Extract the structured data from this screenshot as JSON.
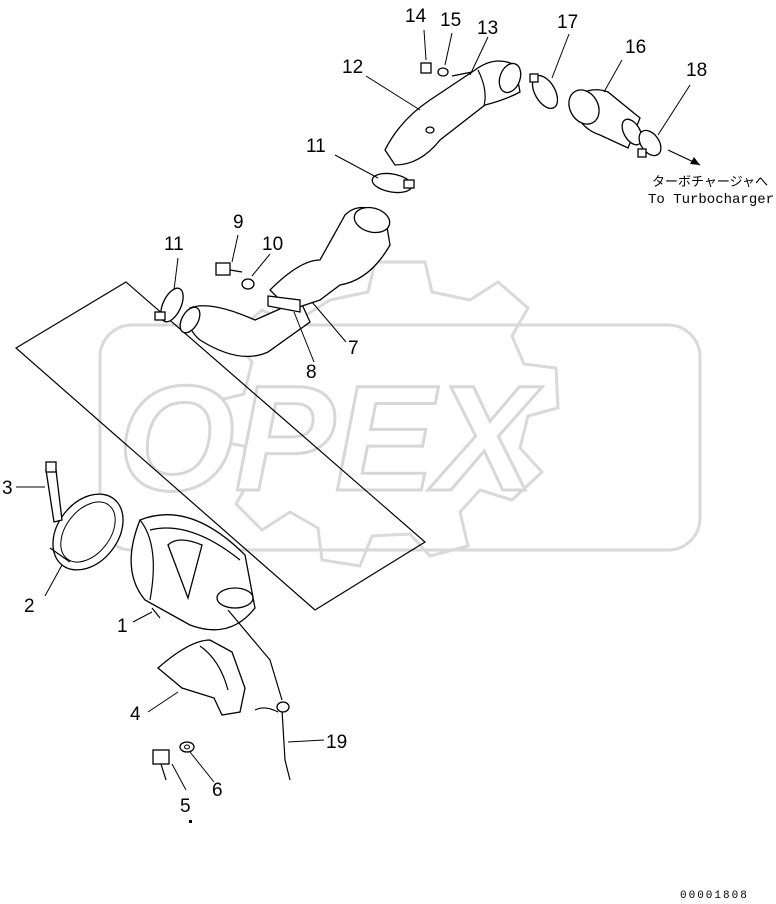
{
  "watermark": {
    "text": "OPEX"
  },
  "callouts": [
    "1",
    "2",
    "3",
    "4",
    "5",
    "6",
    "7",
    "8",
    "9",
    "10",
    "11",
    "11",
    "12",
    "13",
    "14",
    "15",
    "16",
    "17",
    "18",
    "19"
  ],
  "note": {
    "jp": "ターボチャージャへ",
    "en": "To Turbocharger"
  },
  "doc_number": "00001808"
}
